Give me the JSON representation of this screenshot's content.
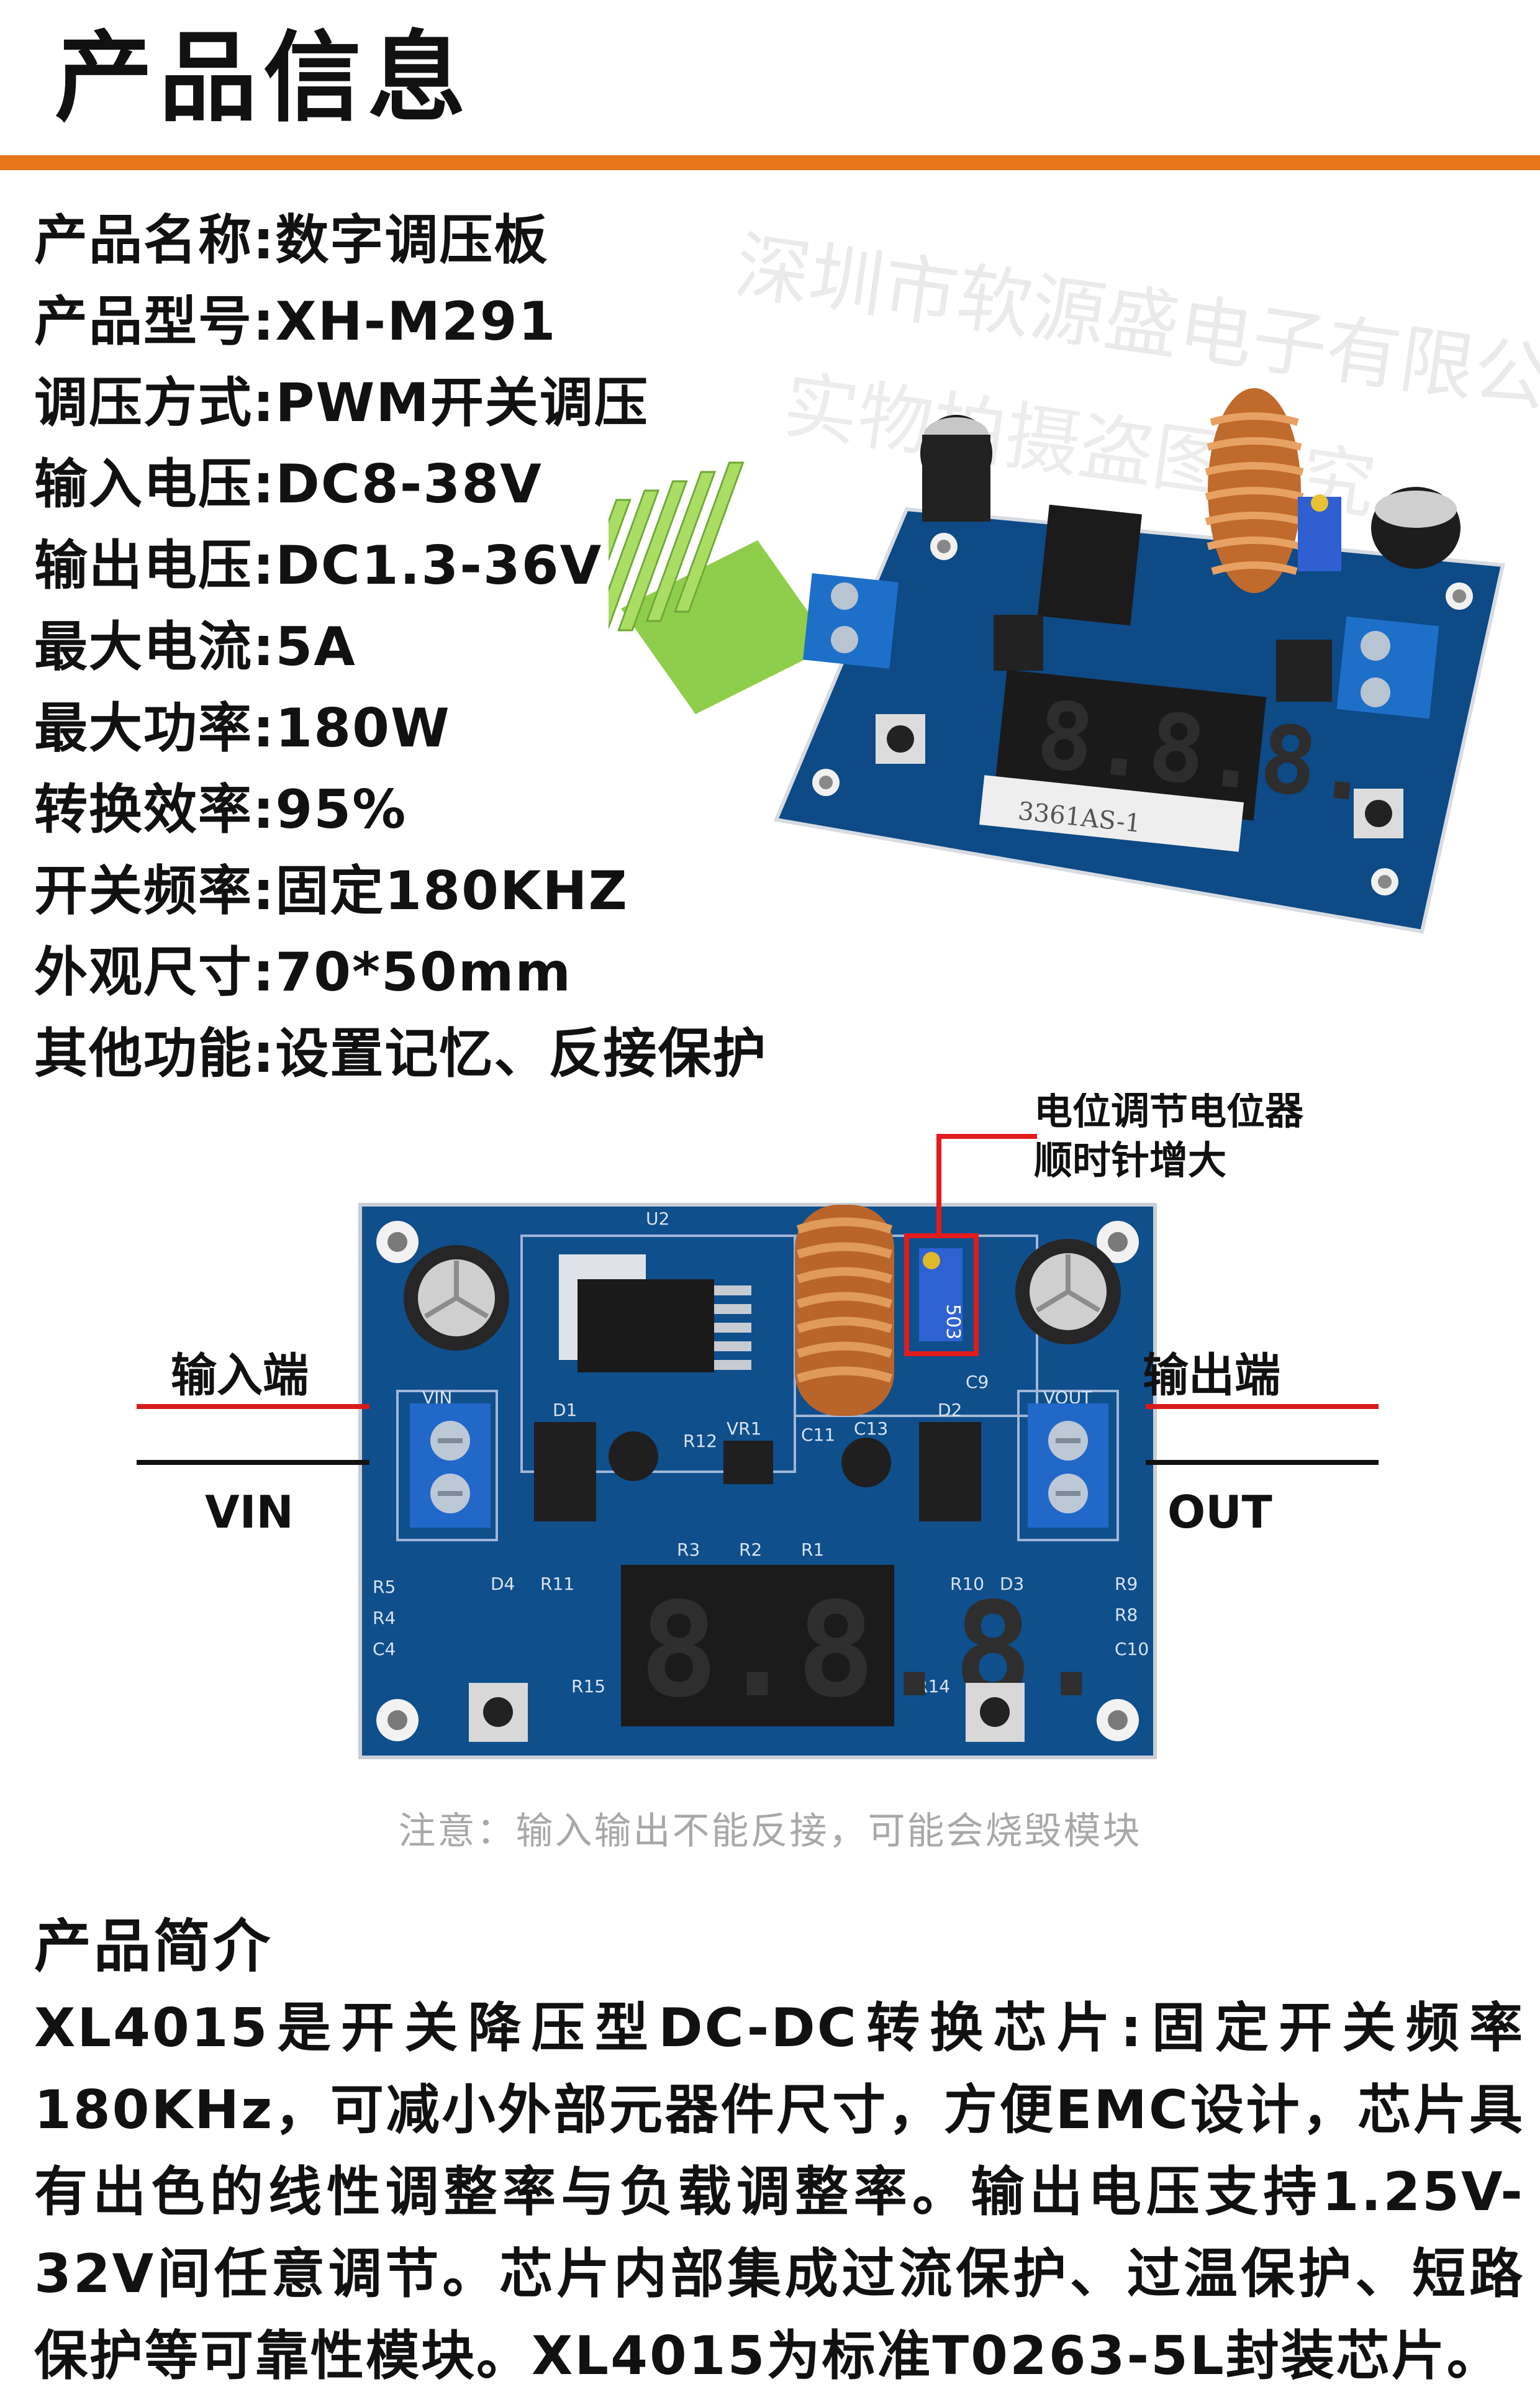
{
  "header": {
    "title": "产品信息",
    "accent_color": "#e8741c"
  },
  "specs": [
    "产品名称:数字调压板",
    "产品型号:XH-M291",
    "调压方式:PWM开关调压",
    "输入电压:DC8-38V",
    "输出电压:DC1.3-36V",
    "最大电流:5A",
    "最大功率:180W",
    "转换效率:95%",
    "开关频率:固定180KHZ",
    "外观尺寸:70*50mm",
    "其他功能:设置记忆、反接保护"
  ],
  "watermark": {
    "line1": "深圳市软源盛电子有限公司",
    "line2": "实物拍摄盗图必究"
  },
  "photo": {
    "display_text": "8.8.8.",
    "display_part": "3361AS-1"
  },
  "diagram": {
    "pot_label_line1": "电位调节电位器",
    "pot_label_line2": "顺时针增大",
    "input_label": "输入端",
    "input_en": "VIN",
    "output_label": "输出端",
    "output_en": "OUT",
    "silk": {
      "u2": "U2",
      "d1": "D1",
      "d2": "D2",
      "vin": "VIN",
      "vout": "VOUT",
      "r12": "R12",
      "vr1": "VR1",
      "c11": "C11",
      "c13": "C13",
      "c9": "C9",
      "r3": "R3",
      "r2": "R2",
      "r1": "R1",
      "r5": "R5",
      "r4": "R4",
      "c4": "C4",
      "d4": "D4",
      "r11": "R11",
      "r10": "R10",
      "d3": "D3",
      "r9": "R9",
      "r8": "R8",
      "c10": "C10",
      "r15": "R15",
      "r14": "R14",
      "pot_code": "503"
    },
    "display_text": "8.8.8."
  },
  "note": "注意：输入输出不能反接，可能会烧毁模块",
  "intro": {
    "heading": "产品简介",
    "body": "XL4015是开关降压型DC-DC转换芯片:固定开关频率180KHz，可减小外部元器件尺寸，方便EMC设计，芯片具有出色的线性调整率与负载调整率。输出电压支持1.25V-32V间任意调节。芯片内部集成过流保护、过温保护、短路保护等可靠性模块。XL4015为标准T0263-5L封装芯片。"
  }
}
